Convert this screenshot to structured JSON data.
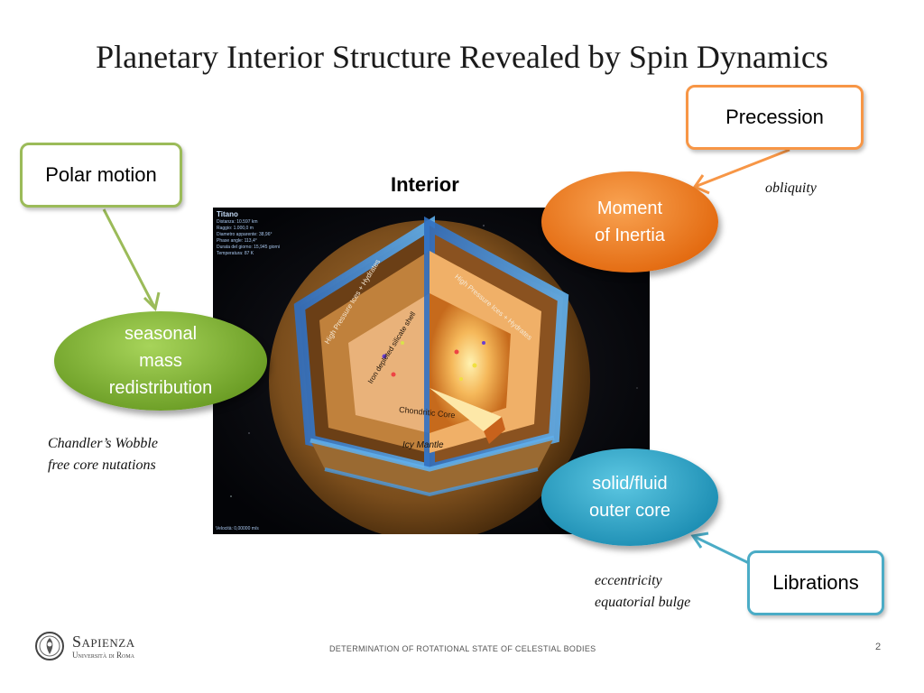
{
  "slide": {
    "title": "Planetary Interior Structure Revealed by Spin Dynamics",
    "page_number": "2",
    "footer_text": "DETERMINATION OF ROTATIONAL STATE OF CELESTIAL BODIES"
  },
  "logo": {
    "name": "Sapienza",
    "subtitle": "Università di Roma"
  },
  "labels": {
    "polar_motion": "Polar motion",
    "precession": "Precession",
    "librations": "Librations",
    "interior": "Interior"
  },
  "ellipses": {
    "seasonal_lines": [
      "seasonal",
      "mass",
      "redistribution"
    ],
    "moment_lines": [
      "Moment",
      "of Inertia"
    ],
    "core_lines": [
      "solid/fluid",
      "outer core"
    ]
  },
  "notes": {
    "chandler_lines": [
      "Chandler’s Wobble",
      "free core nutations"
    ],
    "obliquity": "obliquity",
    "eccentricity_lines": [
      "eccentricity",
      "equatorial bulge"
    ]
  },
  "interior_image": {
    "heading": "Titano",
    "info_lines": [
      "Distanza: 10.597 km",
      "Raggio: 1.000,0 m",
      "Diametro apparente: 38,96°",
      "Phase angle: 113,4°",
      "Durata del giorno: 15,945 giorni",
      "Temperatura: 87 K"
    ],
    "velocity": "Velocità: 0,00000 m/s",
    "layer_labels": {
      "hp_ices_left": "High Pressure Ices + Hydrates",
      "hp_ices_right": "High Pressure Ices + Hydrates",
      "iron_shell": "Iron depleted silicate shell",
      "core": "Chondritic Core",
      "mantle": "Icy Mantle"
    }
  },
  "colors": {
    "green_border": "#9bbb59",
    "orange_border": "#f79646",
    "blue_border": "#4bacc6",
    "green_fill": "#7fb134",
    "orange_fill": "#f07a1e",
    "blue_fill": "#2ba5c6"
  }
}
